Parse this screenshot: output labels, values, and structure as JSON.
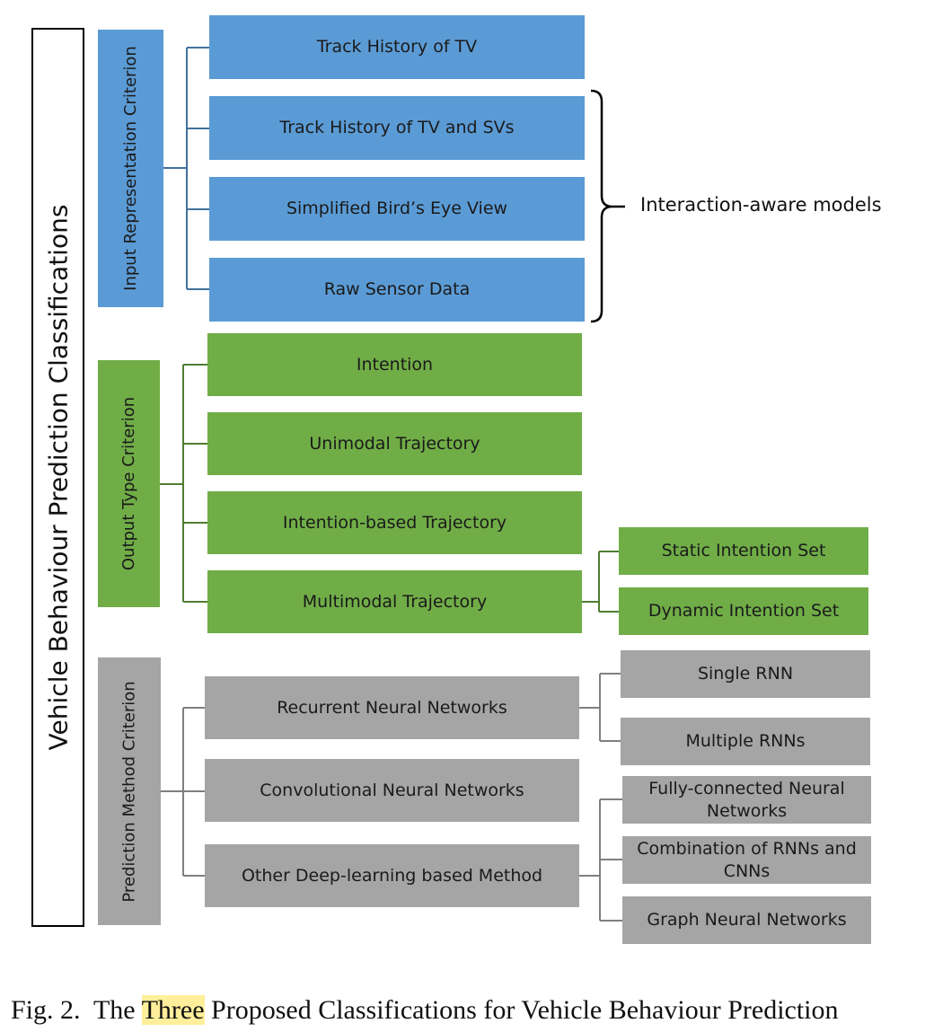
{
  "title": "Vehicle Behaviour Prediction Classifications",
  "criteria": {
    "input": {
      "label": "Input Representation Criterion",
      "items": [
        "Track History of TV",
        "Track History of TV and SVs",
        "Simplified Bird’s Eye View",
        "Raw Sensor Data"
      ],
      "brace_label": "Interaction-aware models"
    },
    "output": {
      "label": "Output Type Criterion",
      "items": [
        "Intention",
        "Unimodal Trajectory",
        "Intention-based Trajectory",
        "Multimodal Trajectory"
      ],
      "multimodal_sub": [
        "Static Intention Set",
        "Dynamic Intention Set"
      ]
    },
    "method": {
      "label": "Prediction Method Criterion",
      "items": [
        "Recurrent Neural Networks",
        "Convolutional Neural Networks",
        "Other Deep-learning based Method"
      ],
      "rnn_sub": [
        "Single RNN",
        "Multiple RNNs"
      ],
      "other_sub": [
        "Fully-connected Neural Networks",
        "Combination of RNNs and CNNs",
        "Graph Neural Networks"
      ]
    }
  },
  "colors": {
    "blue": "#5b9bd5",
    "green": "#70ad47",
    "gray": "#a5a5a5"
  },
  "caption": {
    "prefix": "Fig. 2.  The ",
    "highlight": "Three",
    "suffix": " Proposed Classifications for Vehicle Behaviour Prediction"
  }
}
